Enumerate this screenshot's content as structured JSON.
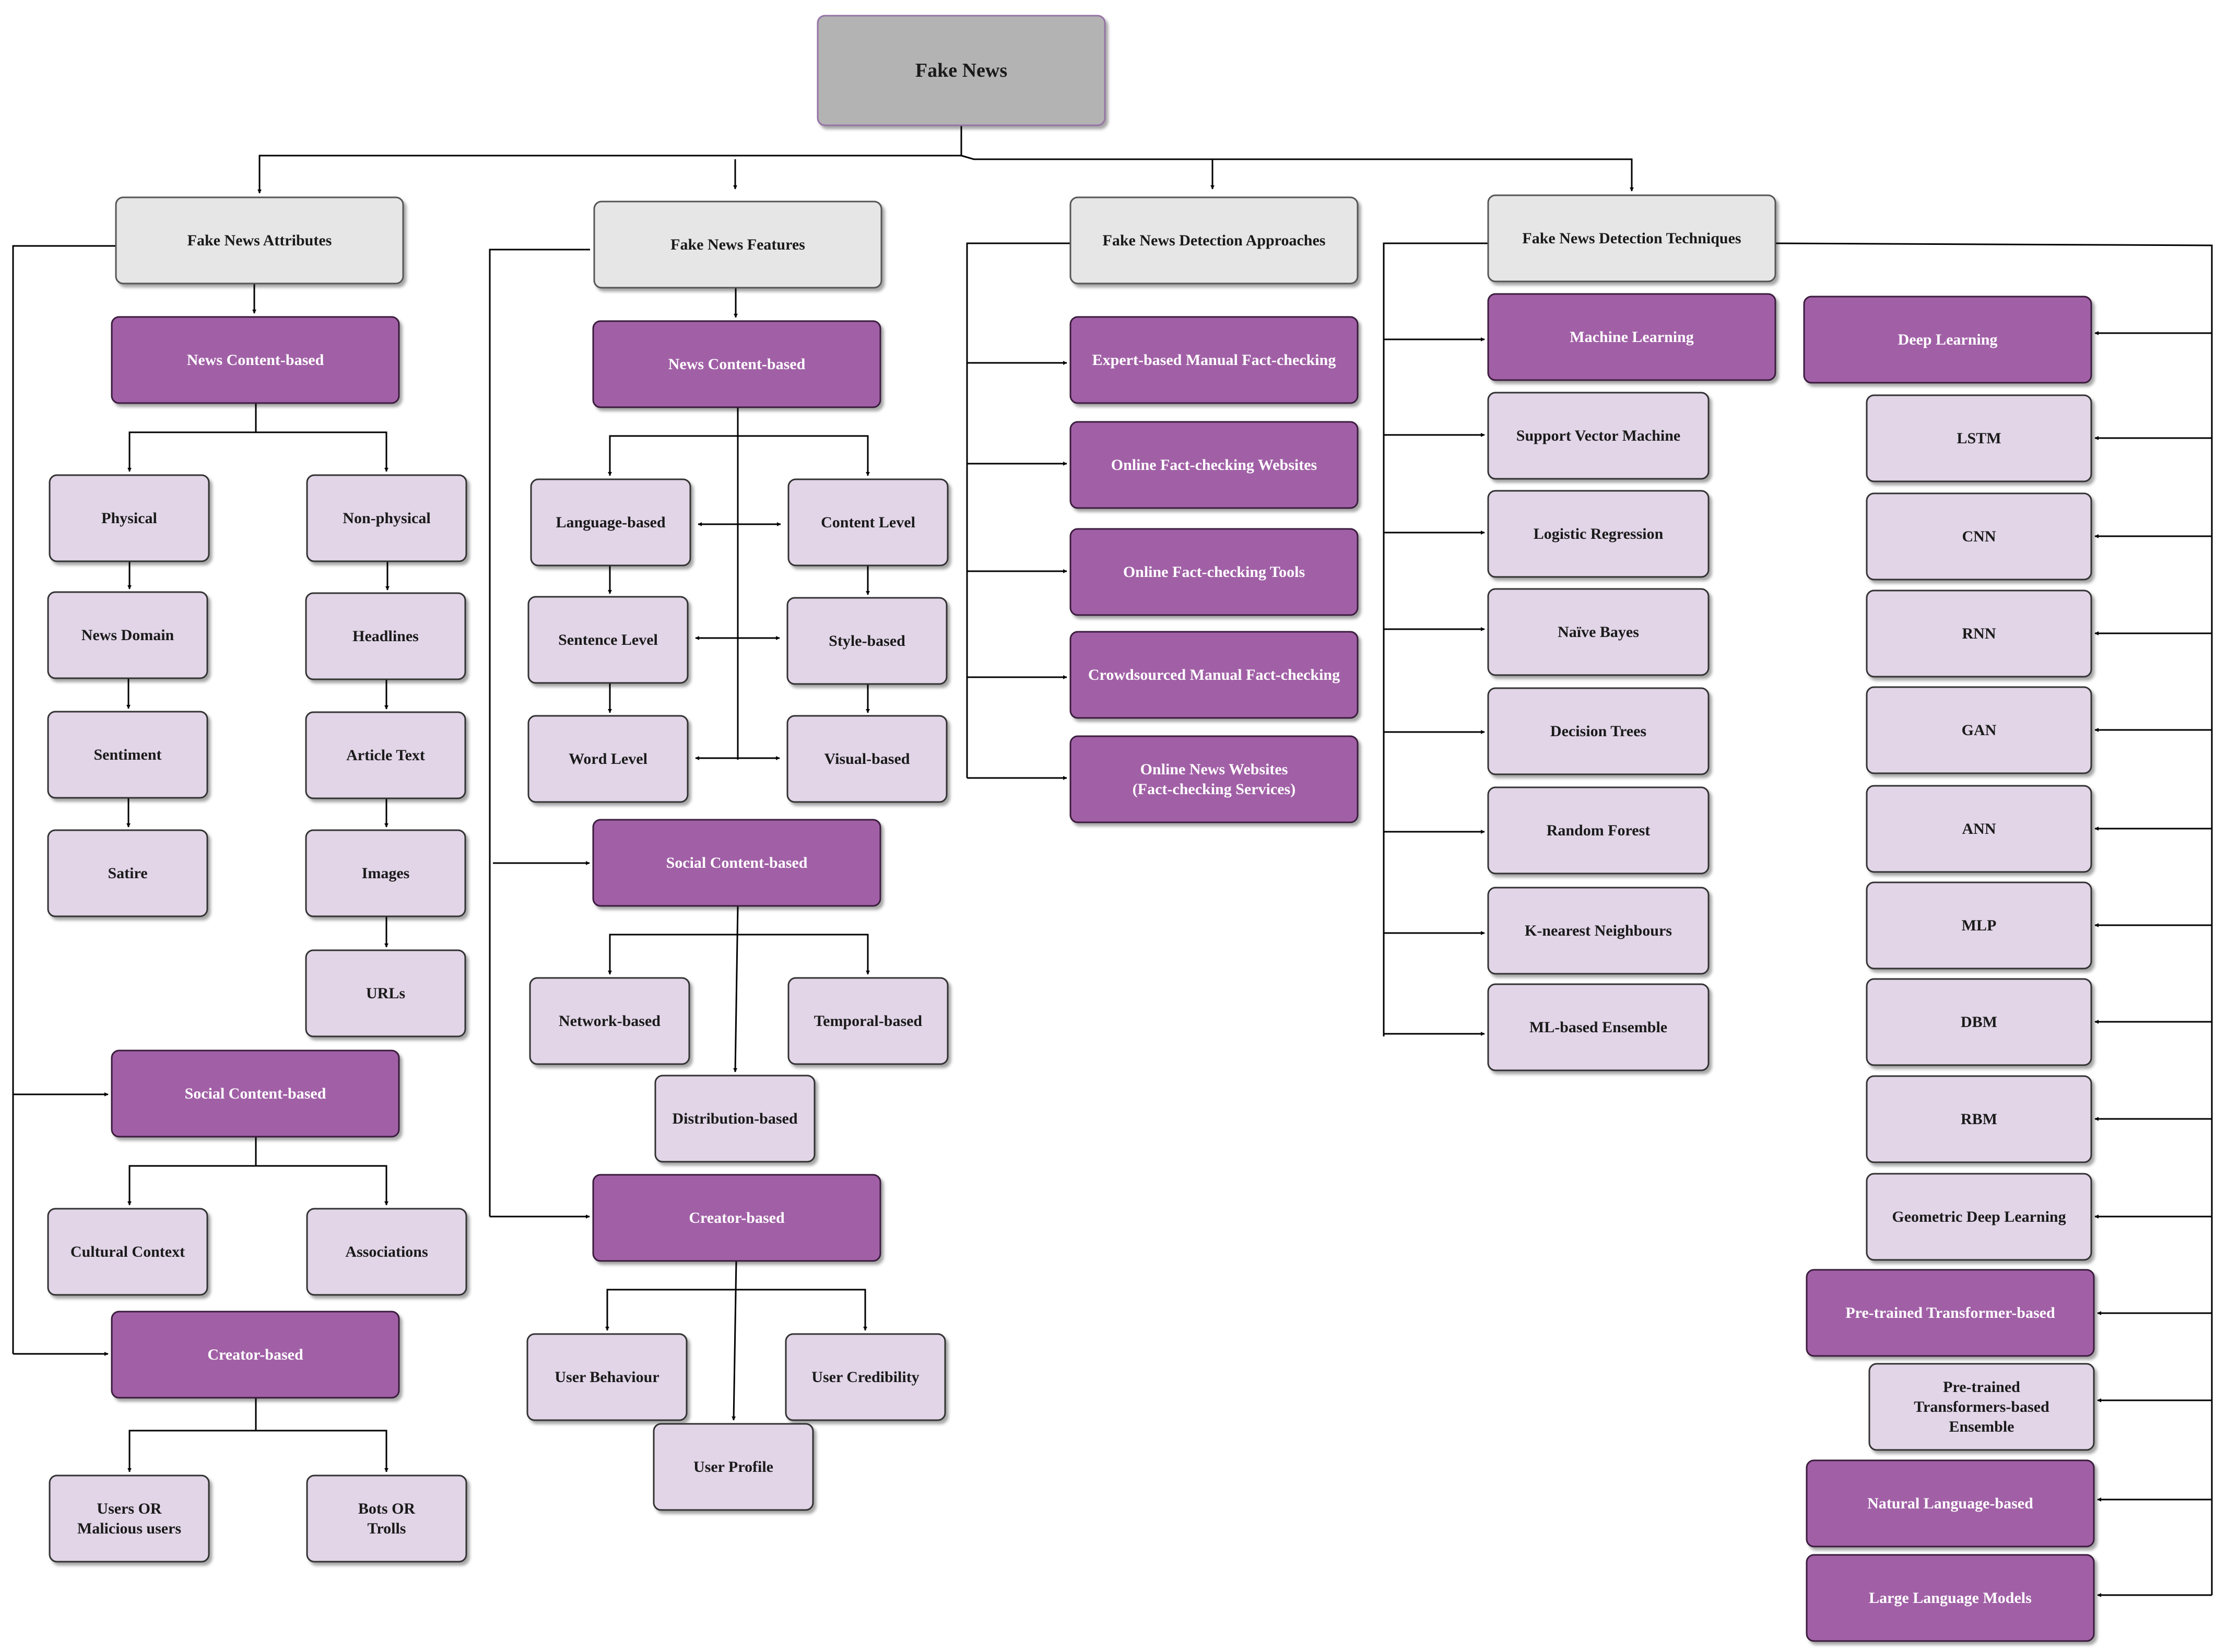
{
  "root": "Fake News",
  "attributes": {
    "title": "Fake News Attributes",
    "news_content": "News Content-based",
    "physical": "Physical",
    "news_domain": "News Domain",
    "sentiment": "Sentiment",
    "satire": "Satire",
    "non_physical": "Non-physical",
    "headlines": "Headlines",
    "article_text": "Article Text",
    "images": "Images",
    "urls": "URLs",
    "social_content": "Social Content-based",
    "cultural_context": "Cultural Context",
    "associations": "Associations",
    "creator": "Creator-based",
    "users_malicious": [
      "Users OR",
      "Malicious users"
    ],
    "bots_trolls": [
      "Bots OR",
      "Trolls"
    ]
  },
  "features": {
    "title": "Fake News Features",
    "news_content": "News Content-based",
    "language_based": "Language-based",
    "content_level": "Content Level",
    "sentence_level": "Sentence Level",
    "style_based": "Style-based",
    "word_level": "Word Level",
    "visual_based": "Visual-based",
    "social_content": "Social Content-based",
    "network_based": "Network-based",
    "temporal_based": "Temporal-based",
    "distribution_based": "Distribution-based",
    "creator": "Creator-based",
    "user_behaviour": "User Behaviour",
    "user_credibility": "User Credibility",
    "user_profile": "User Profile"
  },
  "approaches": {
    "title": "Fake News Detection Approaches",
    "items": [
      [
        "Expert-based Manual Fact-checking"
      ],
      [
        "Online Fact-checking Websites"
      ],
      [
        "Online Fact-checking Tools"
      ],
      [
        "Crowdsourced Manual Fact-checking"
      ],
      [
        "Online News Websites",
        "(Fact-checking Services)"
      ]
    ]
  },
  "techniques": {
    "title": "Fake News Detection Techniques",
    "machine_learning": "Machine Learning",
    "ml_items": [
      "Support Vector Machine",
      "Logistic Regression",
      "Naïve Bayes",
      "Decision Trees",
      "Random Forest",
      "K-nearest Neighbours",
      "ML-based Ensemble"
    ],
    "deep_learning": "Deep Learning",
    "dl_items": [
      "LSTM",
      "CNN",
      "RNN",
      "GAN",
      "ANN",
      "MLP",
      "DBM",
      "RBM",
      "Geometric Deep Learning"
    ],
    "pretrained_transformer": "Pre-trained Transformer-based",
    "pretrained_ensemble": [
      "Pre-trained",
      "Transformers-based",
      "Ensemble"
    ],
    "natural_language": "Natural Language-based",
    "llm": "Large Language Models"
  },
  "colors": {
    "root_fill": "#b3b3b3",
    "root_stroke": "#9673a6",
    "gray_fill": "#e6e6e6",
    "purple_fill": "#a160a6",
    "lavender_fill": "#e1d5e7",
    "line": "#000000"
  }
}
